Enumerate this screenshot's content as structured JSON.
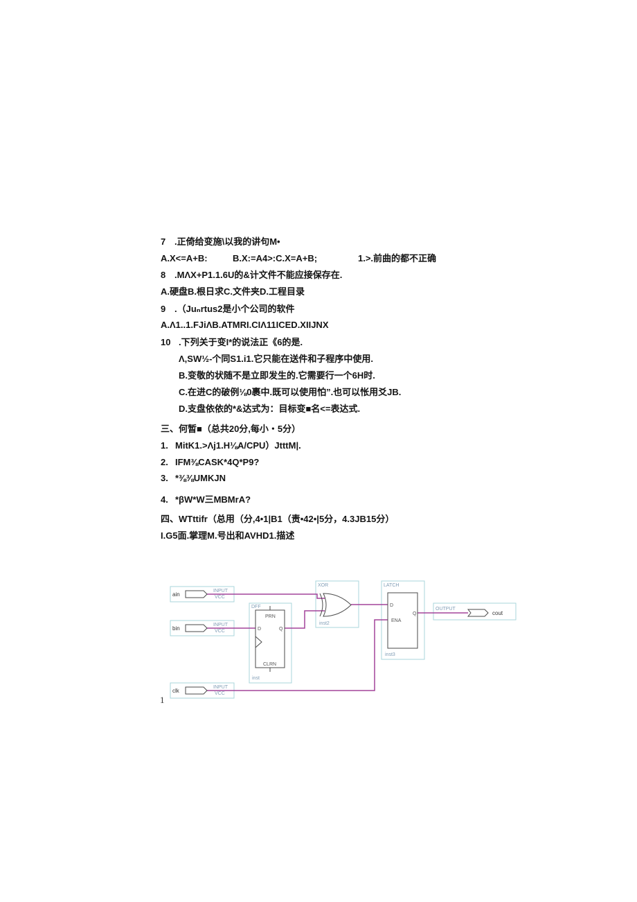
{
  "q7": {
    "num": "7",
    "text": ".正倚给变施\\以我的讲句M•",
    "opt_a": "A.X<=A+B:",
    "opt_bc": "B.X:=A4>:C.X=A+B;",
    "opt_d": "1.>.前曲的都不正确"
  },
  "q8": {
    "num": "8",
    "text": ".MΛX+P1.1.6U的&计文件不能应接保存在.",
    "options": "A.硬盘B.根日求C.文件夹D.工程目录"
  },
  "q9": {
    "num": "9",
    "text": ".（Juₙrtus2是小个公司的软件",
    "options": "A.Λ1..1.FJiΛB.ATMRI.CIΛ11ICED.XIIJNX"
  },
  "q10": {
    "num": "10",
    "text": ".下列关于变I*的说法正《6的是.",
    "options": [
      "Λ,SW½-个同S1.i1.它只能在送件和子程序中使用.",
      "B.变敬的状随不是立即发生的.它需要行一个6H时.",
      "C.在进C的破例⅛0裹中.既可以使用怕”.也可以怅用爻JB.",
      "D.支盘依依的*&达式为：目标变■名<=表达式."
    ]
  },
  "section3": {
    "heading": "三、何暂■（总共20分,每小・5分）",
    "items": [
      {
        "num": "1.",
        "text": "MitK1.>Λj1.H⅛A/CPU）JtttM|."
      },
      {
        "num": "2.",
        "text": "IFM⅜CASK*4Q*P9?"
      },
      {
        "num": "3.",
        "text": "*⅜⅜UMKJN"
      },
      {
        "num": "4.",
        "text": "*βW*W三MBMrA?"
      }
    ]
  },
  "section4": {
    "heading": "四、WTttifr（总用（分,4•1|B1（责•42•|5分，4.3JB15分）",
    "item": "I.G5面.掌理M.号出和AVHD1.描述"
  },
  "diagram": {
    "inputs": [
      {
        "name": "ain",
        "pin_type": "INPUT",
        "pin_default": "VCC"
      },
      {
        "name": "bin",
        "pin_type": "INPUT",
        "pin_default": "VCC"
      },
      {
        "name": "clk",
        "pin_type": "INPUT",
        "pin_default": "VCC"
      }
    ],
    "dff": {
      "type": "DFF",
      "prn": "PRN",
      "d": "D",
      "q": "Q",
      "clrn": "CLRN",
      "inst": "inst"
    },
    "xor": {
      "type": "XOR",
      "inst": "inst2"
    },
    "latch": {
      "type": "LATCH",
      "d": "D",
      "q": "Q",
      "ena": "ENA",
      "inst": "inst3"
    },
    "output": {
      "pin_type": "OUTPUT",
      "name": "cout"
    },
    "corner_mark": "1",
    "colors": {
      "wire": "#a3439a",
      "block_outline": "#a9d5db",
      "symbol": "#4a4a4a",
      "label": "#7f9cb5"
    }
  }
}
